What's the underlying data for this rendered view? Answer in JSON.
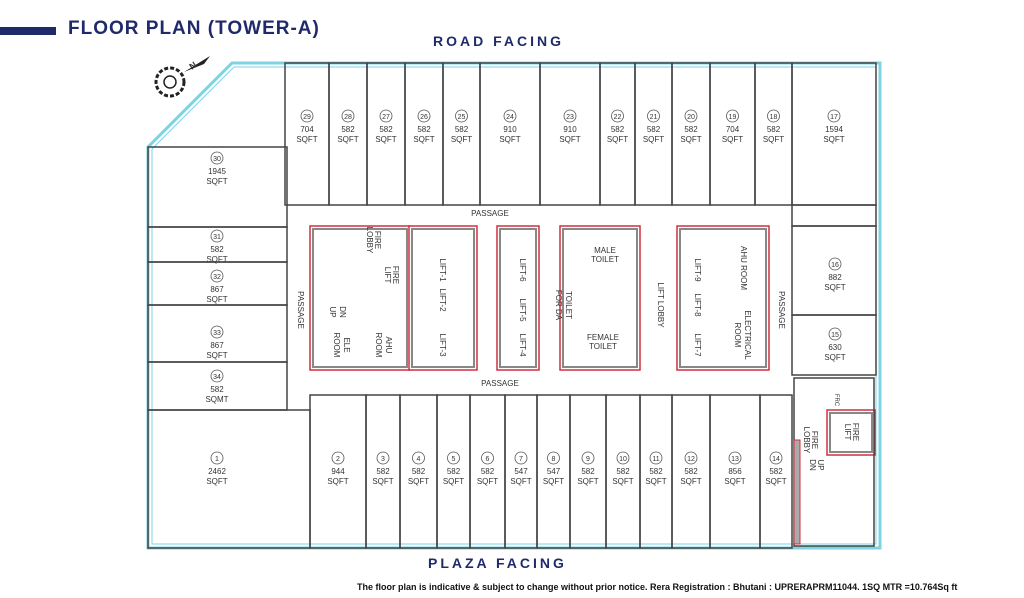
{
  "header": {
    "title": "FLOOR PLAN (TOWER-A)",
    "top_facing": "ROAD FACING",
    "bottom_facing": "PLAZA FACING"
  },
  "footer": {
    "note": "The floor plan is indicative & subject to change without prior notice. Rera Registration : Bhutani : UPRERAPRM11044. 1SQ MTR =10.764Sq ft"
  },
  "colors": {
    "brand": "#1f2a6b",
    "outer_wall": "#7fd3e0",
    "core_wall": "#d0303f",
    "wall": "#444444"
  },
  "compass": {
    "icon": "compass-north-icon",
    "label": "N"
  },
  "units": [
    {
      "num": "1",
      "area": "2462",
      "unit": "SQFT"
    },
    {
      "num": "2",
      "area": "944",
      "unit": "SQFT"
    },
    {
      "num": "3",
      "area": "582",
      "unit": "SQFT"
    },
    {
      "num": "4",
      "area": "582",
      "unit": "SQFT"
    },
    {
      "num": "5",
      "area": "582",
      "unit": "SQFT"
    },
    {
      "num": "6",
      "area": "582",
      "unit": "SQFT"
    },
    {
      "num": "7",
      "area": "547",
      "unit": "SQFT"
    },
    {
      "num": "8",
      "area": "547",
      "unit": "SQFT"
    },
    {
      "num": "9",
      "area": "582",
      "unit": "SQFT"
    },
    {
      "num": "10",
      "area": "582",
      "unit": "SQFT"
    },
    {
      "num": "11",
      "area": "582",
      "unit": "SQFT"
    },
    {
      "num": "12",
      "area": "582",
      "unit": "SQFT"
    },
    {
      "num": "13",
      "area": "856",
      "unit": "SQFT"
    },
    {
      "num": "14",
      "area": "582",
      "unit": "SQFT"
    },
    {
      "num": "15",
      "area": "630",
      "unit": "SQFT"
    },
    {
      "num": "16",
      "area": "882",
      "unit": "SQFT"
    },
    {
      "num": "17",
      "area": "1594",
      "unit": "SQFT"
    },
    {
      "num": "18",
      "area": "582",
      "unit": "SQFT"
    },
    {
      "num": "19",
      "area": "704",
      "unit": "SQFT"
    },
    {
      "num": "20",
      "area": "582",
      "unit": "SQFT"
    },
    {
      "num": "21",
      "area": "582",
      "unit": "SQFT"
    },
    {
      "num": "22",
      "area": "582",
      "unit": "SQFT"
    },
    {
      "num": "23",
      "area": "910",
      "unit": "SQFT"
    },
    {
      "num": "24",
      "area": "910",
      "unit": "SQFT"
    },
    {
      "num": "25",
      "area": "582",
      "unit": "SQFT"
    },
    {
      "num": "26",
      "area": "582",
      "unit": "SQFT"
    },
    {
      "num": "27",
      "area": "582",
      "unit": "SQFT"
    },
    {
      "num": "28",
      "area": "582",
      "unit": "SQFT"
    },
    {
      "num": "29",
      "area": "704",
      "unit": "SQFT"
    },
    {
      "num": "30",
      "area": "1945",
      "unit": "SQFT"
    },
    {
      "num": "31",
      "area": "582",
      "unit": "SQFT"
    },
    {
      "num": "32",
      "area": "867",
      "unit": "SQFT"
    },
    {
      "num": "33",
      "area": "867",
      "unit": "SQFT"
    },
    {
      "num": "34",
      "area": "582",
      "unit": "SQMT"
    }
  ],
  "core": {
    "passage": "PASSAGE",
    "lifts": [
      "LIFT-1",
      "LIFT-2",
      "LIFT-3",
      "LIFT-4",
      "LIFT-5",
      "LIFT-6",
      "LIFT-7",
      "LIFT-8",
      "LIFT-9"
    ],
    "fire_lobby": "FIRE LOBBY",
    "fire_lift": "FIRE LIFT",
    "stair_up": "UP",
    "stair_dn": "DN",
    "ele_room": "ELE ROOM",
    "ahu_room": "AHU ROOM",
    "male_toilet": "MALE TOILET",
    "female_toilet": "FEMALE TOILET",
    "toilet_da": "TOILET FOR DA",
    "lift_lobby": "LIFT LOBBY",
    "electrical_room": "ELECTRICAL ROOM",
    "frc": "FRC"
  }
}
